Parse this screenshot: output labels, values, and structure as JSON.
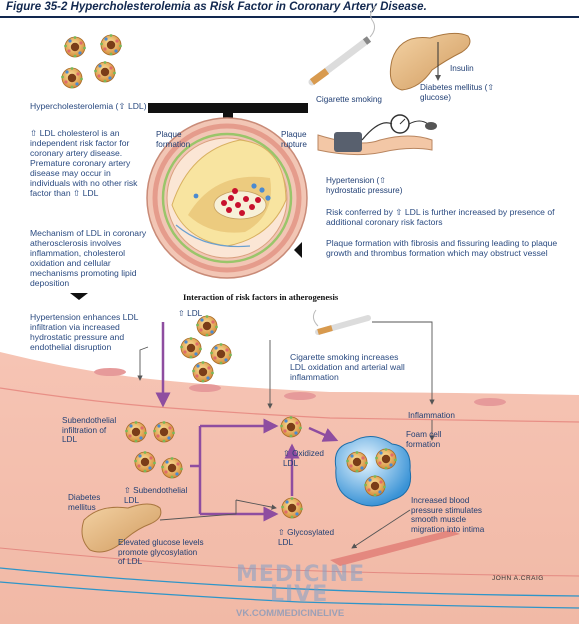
{
  "figure": {
    "title": "Figure 35-2 Hypercholesterolemia as Risk Factor in Coronary Artery Disease.",
    "subtitle": "Interaction of risk factors in atherogenesis"
  },
  "top": {
    "hypercholesterolemia": "Hypercholesterolemia (⇧ LDL)",
    "ldl_independent": "⇧ LDL cholesterol is an independent risk factor for coronary artery disease. Premature coronary artery disease may occur in individuals with no other risk factor than ⇧ LDL",
    "mechanism": "Mechanism of LDL in coronary atherosclerosis involves inflammation, cholesterol oxidation and cellular mechanisms promoting lipid deposition",
    "plaque_formation": "Plaque formation",
    "plaque_rupture": "Plaque rupture",
    "cigarette": "Cigarette smoking",
    "insulin": "Insulin",
    "diabetes": "Diabetes mellitus (⇧ glucose)",
    "hypertension": "Hypertension (⇧ hydrostatic pressure)",
    "risk_increased": "Risk conferred by ⇧ LDL is further increased by presence of additional coronary risk factors",
    "plaque_fibrosis": "Plaque formation with fibrosis and fissuring leading to plaque growth and thrombus formation which may obstruct vessel"
  },
  "bottom": {
    "up_ldl": "⇧ LDL",
    "hypertension_enhances": "Hypertension enhances LDL infiltration via increased hydrostatic pressure and endothelial disruption",
    "smoking_increases": "Cigarette smoking increases LDL oxidation and arterial wall inflammation",
    "inflammation": "Inflammation",
    "subendothelial_infiltration": "Subendothelial infiltration of LDL",
    "oxidized": "⇧ Oxidized LDL",
    "foam": "Foam cell formation",
    "diabetes": "Diabetes mellitus",
    "subendothelial_ldl": "⇧ Subendothelial LDL",
    "glucose": "Elevated glucose levels promote glycosylation of LDL",
    "glycosylated": "⇧ Glycosylated LDL",
    "bp": "Increased blood pressure stimulates smooth muscle migration into intima"
  },
  "watermark": {
    "line1": "MEDICINE",
    "line2": "LIVE",
    "url": "VK.COM/MEDICINELIVE"
  },
  "signature": "JOHN A.CRAIG"
}
